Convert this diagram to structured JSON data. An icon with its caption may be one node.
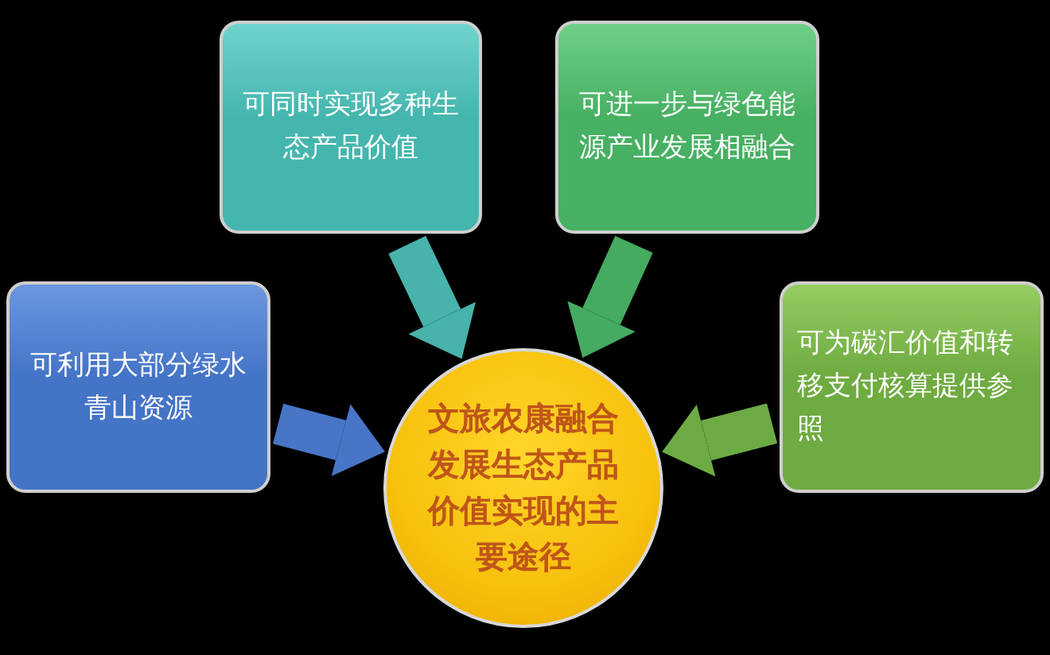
{
  "diagram": {
    "nodes": [
      {
        "text": [
          "可同时实现多种生态产品价值"
        ]
      },
      {
        "text": [
          "可进一步与绿色能源产业发展相融合"
        ]
      },
      {
        "text": [
          "可利用大部分绿水青山资源"
        ]
      },
      {
        "text": [
          "可为碳汇价值和转移支付核算提供参照"
        ]
      },
      {
        "text": [
          "文旅农康融合发展生态产品价值实现的主要途径"
        ]
      }
    ],
    "edges": [
      {
        "from": 0,
        "to": 4,
        "arrow": "to",
        "color": "#47b3ab"
      },
      {
        "from": 1,
        "to": 4,
        "arrow": "to",
        "color": "#45ab60"
      },
      {
        "from": 2,
        "to": 4,
        "arrow": "to",
        "color": "#4875c6"
      },
      {
        "from": 3,
        "to": 4,
        "arrow": "to",
        "color": "#6cab44"
      }
    ]
  }
}
